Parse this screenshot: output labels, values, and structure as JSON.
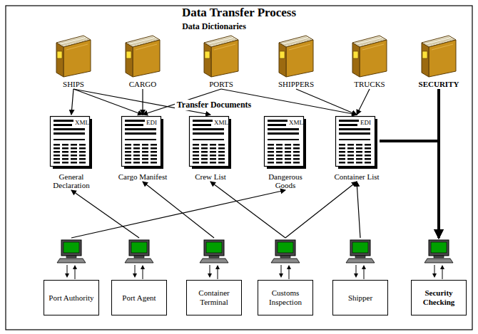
{
  "diagram": {
    "title": "Data Transfer Process",
    "nodes": [
      {
        "text": [
          "SHIPS"
        ]
      },
      {
        "text": [
          "CARGO"
        ]
      },
      {
        "text": [
          "PORTS"
        ]
      },
      {
        "text": [
          "SHIPPERS"
        ]
      },
      {
        "text": [
          "TRUCKS"
        ]
      },
      {
        "text": [
          "SECURITY"
        ]
      },
      {
        "text": [
          "XML",
          "General Declaration"
        ]
      },
      {
        "text": [
          "EDI",
          "Cargo Manifest"
        ]
      },
      {
        "text": [
          "XML",
          "Crew List"
        ]
      },
      {
        "text": [
          "XML",
          "Dangerous Goods"
        ]
      },
      {
        "text": [
          "EDI",
          "Container List"
        ]
      },
      {
        "text": [
          "Port Authority"
        ]
      },
      {
        "text": [
          "Port Agent"
        ]
      },
      {
        "text": [
          "Container Terminal"
        ]
      },
      {
        "text": [
          "Customs Inspection"
        ]
      },
      {
        "text": [
          "Shipper"
        ]
      },
      {
        "text": [
          "Security Checking"
        ]
      }
    ],
    "edges": [
      {
        "from": 0,
        "to": 6,
        "arrow": "to"
      },
      {
        "from": 0,
        "to": 7,
        "arrow": "to"
      },
      {
        "from": 0,
        "to": 8,
        "arrow": "to"
      },
      {
        "from": 1,
        "to": 7,
        "arrow": "to"
      },
      {
        "from": 2,
        "to": 7,
        "arrow": "to"
      },
      {
        "from": 2,
        "to": 10,
        "arrow": "to"
      },
      {
        "from": 3,
        "to": 10,
        "arrow": "to"
      },
      {
        "from": 4,
        "to": 10,
        "arrow": "to"
      },
      {
        "from": 5,
        "to": 16,
        "arrow": "to"
      },
      {
        "from": 10,
        "to": 16,
        "arrow": "to"
      },
      {
        "from": 11,
        "to": 9,
        "arrow": "to"
      },
      {
        "from": 12,
        "to": 6,
        "arrow": "to"
      },
      {
        "from": 13,
        "to": 7,
        "arrow": "to"
      },
      {
        "from": 14,
        "to": 8,
        "arrow": "to"
      },
      {
        "from": 14,
        "to": 10,
        "arrow": "to"
      },
      {
        "from": 15,
        "to": 10,
        "arrow": "to"
      }
    ],
    "labels": [
      "Data Dictionaries",
      "Transfer Documents"
    ]
  }
}
